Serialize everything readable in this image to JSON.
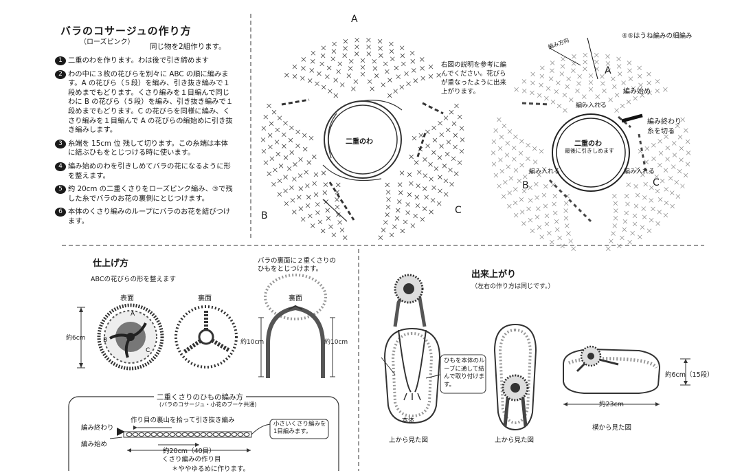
{
  "title": "バラのコサージュの作り方",
  "subtitle": "（ローズピンク）",
  "same_note": "同じ物を2組作ります。",
  "steps": [
    {
      "num": "1",
      "text": "二重のわを作ります。わは後で引き締めます"
    },
    {
      "num": "2",
      "text": "わの中に３枚の花びらを別々に ABC の順に編みます。A の花びら（５段）を編み、引き抜き編みで１段めまでもどります。くさり編みを１目編んで同じわに B の花びら（５段）を編み、引き抜き編みで１段めまでもどります。C の花びらを同様に編み、くさり編みを１目編んで A の花びらの編始めに引き抜き編みします。"
    },
    {
      "num": "3",
      "text": "糸端を 15cm 位 残して切ります。この糸端は本体に結ぶひもをとじつける時に使います。"
    },
    {
      "num": "4",
      "text": "編み始めのわを引きしめてバラの花になるように形を整えます。"
    },
    {
      "num": "5",
      "text": "約 20cm の二重くさりをローズピンク編み、③で残した糸でバラのお花の裏側にとじつけます。"
    },
    {
      "num": "6",
      "text": "本体のくさり編みのループにバラのお花を結びつけます。"
    }
  ],
  "diagram_left": {
    "center_label": "二重のわ",
    "petal_a": "A",
    "petal_b": "B",
    "petal_c": "C"
  },
  "middle_note": "右図の説明を参考に編んでください。花びらが重なったように出来上がります。",
  "diagram_right": {
    "center_label": "二重のわ",
    "center_sub": "最後に引きしめます",
    "top_note": "④⑤はうね編みの細編み",
    "direction": "編み方向",
    "start": "編み始め",
    "insert1": "編み入れる",
    "insert2": "編み入れる",
    "insert3": "編み入れる",
    "end": "編み終わり",
    "cut": "糸を切る",
    "petal_a": "A",
    "petal_b": "B",
    "petal_c": "C"
  },
  "finishing": {
    "title": "仕上げ方",
    "note": "ABCの花びらの形を整えます",
    "front": "表面",
    "back": "裏面",
    "size": "約6cm",
    "attach_note": "バラの裏面に２重くさりのひもをとじつけます。",
    "back2": "裏面",
    "len_left": "約10cm",
    "len_right": "約10cm",
    "a": "A",
    "b": "B",
    "c": "C"
  },
  "cord": {
    "title": "二重くさりのひもの編み方",
    "subtitle": "(バラのコサージュ・小花のブーケ共通)",
    "pickup": "作り目の裏山を拾って引き抜き編み",
    "end": "編み終わり",
    "start": "編み始め",
    "callout": "小さいくさり編みを1目編みます。",
    "length": "約20cm（40目）",
    "chain_label": "くさり編みの作り目",
    "tip": "＊ややゆるめに作ります。"
  },
  "result": {
    "title": "出来上がり",
    "note": "（左右の作り方は同じです。）",
    "callout": "ひもを本体のループに通して結んで取り付けます。",
    "body": "本体",
    "top_view_1": "上から見た図",
    "top_view_2": "上から見た図",
    "side_view": "横から見た図",
    "height": "約6cm（15段）",
    "width": "約23cm"
  }
}
